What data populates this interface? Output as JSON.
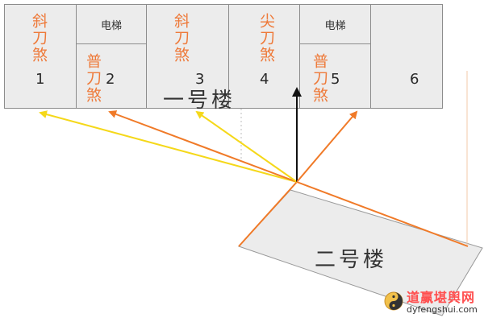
{
  "building_one": {
    "label": "一号楼",
    "units": [
      {
        "number": "1",
        "sha": "斜刀煞"
      },
      {
        "elevator": "电梯",
        "number": "2",
        "sha": "普刀煞"
      },
      {
        "number": "3",
        "sha": "斜刀煞"
      },
      {
        "number": "4",
        "sha": "尖刀煞"
      },
      {
        "elevator": "电梯",
        "number": "5",
        "sha": "普刀煞"
      },
      {
        "number": "6"
      }
    ]
  },
  "building_two": {
    "label": "二号楼"
  },
  "colors": {
    "orange_arrow": "#f07a28",
    "yellow_arrow": "#f5d81a",
    "black_arrow": "#111111",
    "sha_text": "#ee7a3a",
    "building_fill": "#ececec"
  },
  "brand": {
    "name": "道赢堪舆网",
    "url": "dyfengshui.com",
    "logo_icon": "yin-yang-icon"
  }
}
